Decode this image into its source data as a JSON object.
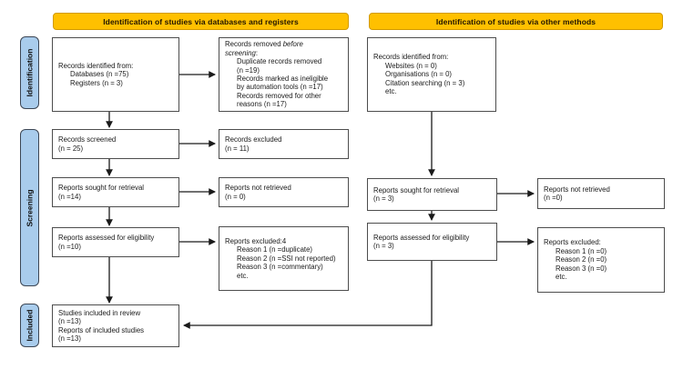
{
  "colors": {
    "banner_fill": "#FFC000",
    "banner_border": "#D29A00",
    "label_fill": "#A9CCEC",
    "label_border": "#3C4654",
    "box_border": "#4D4D4D",
    "arrow": "#1A1A1A"
  },
  "banners": [
    {
      "label": "Identification of studies via databases and registers"
    },
    {
      "label": "Identification of studies via other methods"
    }
  ],
  "side_labels": [
    {
      "label": "Identification"
    },
    {
      "label": "Screening"
    },
    {
      "label": "Included"
    }
  ],
  "boxes": {
    "db_identified": {
      "lines": [
        {
          "d": 0,
          "seg": [
            {
              "t": "Records identified from:"
            }
          ]
        },
        {
          "d": 1,
          "seg": [
            {
              "t": "Databases (n =75)"
            }
          ]
        },
        {
          "d": 1,
          "seg": [
            {
              "t": "Registers (n = 3)"
            }
          ]
        }
      ]
    },
    "db_removed": {
      "lines": [
        {
          "d": 0,
          "seg": [
            {
              "t": "Records removed "
            },
            {
              "t": "before",
              "i": 1
            }
          ]
        },
        {
          "d": 0,
          "seg": [
            {
              "t": "screening",
              "i": 1
            },
            {
              "t": ":"
            }
          ]
        },
        {
          "d": 1,
          "seg": [
            {
              "t": "Duplicate records removed"
            }
          ]
        },
        {
          "d": 1,
          "seg": [
            {
              "t": "(n =19)"
            }
          ]
        },
        {
          "d": 1,
          "seg": [
            {
              "t": "Records marked as ineligible"
            }
          ]
        },
        {
          "d": 1,
          "seg": [
            {
              "t": "by automation tools (n =17)"
            }
          ]
        },
        {
          "d": 1,
          "seg": [
            {
              "t": "Records removed for other"
            }
          ]
        },
        {
          "d": 1,
          "seg": [
            {
              "t": "reasons (n =17)"
            }
          ]
        }
      ]
    },
    "om_identified": {
      "lines": [
        {
          "d": 0,
          "seg": [
            {
              "t": "Records identified from:"
            }
          ]
        },
        {
          "d": 1,
          "seg": [
            {
              "t": "Websites (n = 0)"
            }
          ]
        },
        {
          "d": 1,
          "seg": [
            {
              "t": "Organisations (n = 0)"
            }
          ]
        },
        {
          "d": 1,
          "seg": [
            {
              "t": "Citation searching (n = 3)"
            }
          ]
        },
        {
          "d": 1,
          "seg": [
            {
              "t": "etc."
            }
          ]
        }
      ]
    },
    "db_screened": {
      "lines": [
        {
          "d": 0,
          "seg": [
            {
              "t": "Records screened"
            }
          ]
        },
        {
          "d": 0,
          "seg": [
            {
              "t": "(n = 25)"
            }
          ]
        }
      ]
    },
    "db_screen_excluded": {
      "lines": [
        {
          "d": 0,
          "seg": [
            {
              "t": "Records excluded"
            }
          ]
        },
        {
          "d": 0,
          "seg": [
            {
              "t": "(n = 11)"
            }
          ]
        }
      ]
    },
    "db_sought": {
      "lines": [
        {
          "d": 0,
          "seg": [
            {
              "t": "Reports sought for retrieval"
            }
          ]
        },
        {
          "d": 0,
          "seg": [
            {
              "t": "(n =14)"
            }
          ]
        }
      ]
    },
    "db_not_retrieved": {
      "lines": [
        {
          "d": 0,
          "seg": [
            {
              "t": "Reports not retrieved"
            }
          ]
        },
        {
          "d": 0,
          "seg": [
            {
              "t": "(n = 0)"
            }
          ]
        }
      ]
    },
    "om_sought": {
      "lines": [
        {
          "d": 0,
          "seg": [
            {
              "t": "Reports sought for retrieval"
            }
          ]
        },
        {
          "d": 0,
          "seg": [
            {
              "t": "(n = 3)"
            }
          ]
        }
      ]
    },
    "om_not_retrieved": {
      "lines": [
        {
          "d": 0,
          "seg": [
            {
              "t": "Reports not retrieved"
            }
          ]
        },
        {
          "d": 0,
          "seg": [
            {
              "t": "(n =0)"
            }
          ]
        }
      ]
    },
    "db_assessed": {
      "lines": [
        {
          "d": 0,
          "seg": [
            {
              "t": "Reports assessed for eligibility"
            }
          ]
        },
        {
          "d": 0,
          "seg": [
            {
              "t": "(n =10)"
            }
          ]
        }
      ]
    },
    "db_reports_excluded": {
      "lines": [
        {
          "d": 0,
          "seg": [
            {
              "t": "Reports excluded:4"
            }
          ]
        },
        {
          "d": 1,
          "seg": [
            {
              "t": "Reason 1 (n =duplicate)"
            }
          ]
        },
        {
          "d": 1,
          "seg": [
            {
              "t": "Reason 2 (n =SSI not reported)"
            }
          ]
        },
        {
          "d": 1,
          "seg": [
            {
              "t": "Reason 3 (n =commentary)"
            }
          ]
        },
        {
          "d": 1,
          "seg": [
            {
              "t": "etc."
            }
          ]
        }
      ]
    },
    "om_assessed": {
      "lines": [
        {
          "d": 0,
          "seg": [
            {
              "t": "Reports assessed for eligibility"
            }
          ]
        },
        {
          "d": 0,
          "seg": [
            {
              "t": "(n = 3)"
            }
          ]
        }
      ]
    },
    "om_reports_excluded": {
      "lines": [
        {
          "d": 0,
          "seg": [
            {
              "t": "Reports excluded:"
            }
          ]
        },
        {
          "d": 1,
          "seg": [
            {
              "t": "Reason 1 (n =0)"
            }
          ]
        },
        {
          "d": 1,
          "seg": [
            {
              "t": "Reason 2 (n =0)"
            }
          ]
        },
        {
          "d": 1,
          "seg": [
            {
              "t": "Reason 3 (n =0)"
            }
          ]
        },
        {
          "d": 1,
          "seg": [
            {
              "t": "etc."
            }
          ]
        }
      ]
    },
    "included": {
      "lines": [
        {
          "d": 0,
          "seg": [
            {
              "t": "Studies included in review"
            }
          ]
        },
        {
          "d": 0,
          "seg": [
            {
              "t": "(n =13)"
            }
          ]
        },
        {
          "d": 0,
          "seg": [
            {
              "t": "Reports of included studies"
            }
          ]
        },
        {
          "d": 0,
          "seg": [
            {
              "t": "(n =13)"
            }
          ]
        }
      ]
    }
  }
}
